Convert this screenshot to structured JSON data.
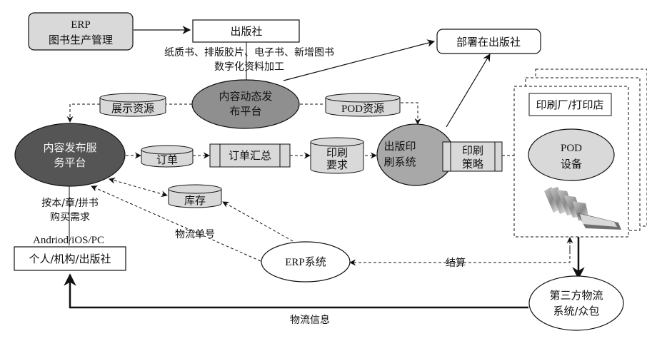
{
  "nodes": {
    "erp_book": {
      "line1": "ERP",
      "line2": "图书生产管理"
    },
    "publisher": {
      "label": "出版社"
    },
    "deploy_publisher": {
      "label": "部署在出版社"
    },
    "content_dynamic": {
      "line1": "内容动态发",
      "line2": "布平台"
    },
    "display_resources": {
      "label": "展示资源"
    },
    "pod_resources": {
      "label": "POD资源"
    },
    "content_service": {
      "line1": "内容发布服",
      "line2": "务平台"
    },
    "order": {
      "label": "订单"
    },
    "order_summary": {
      "label": "订单汇总"
    },
    "print_req": {
      "line1": "印刷",
      "line2": "要求"
    },
    "publish_print": {
      "line1": "出版印",
      "line2": "刷系统"
    },
    "print_strategy": {
      "line1": "印刷",
      "line2": "策略"
    },
    "print_shop": {
      "label": "印刷厂/打印店"
    },
    "pod_device": {
      "line1": "POD",
      "line2": "设备"
    },
    "inventory": {
      "label": "库存"
    },
    "erp_system": {
      "label": "ERP系统"
    },
    "client": {
      "label": "个人/机构/出版社"
    },
    "logistics": {
      "line1": "第三方物流",
      "line2": "系统/众包"
    }
  },
  "edge_labels": {
    "publisher_output_1": "纸质书、排版胶片、电子书、新增图书",
    "publisher_output_2": "数字化资料加工",
    "purchase_1": "按本/章/拼书",
    "purchase_2": "购买需求",
    "platforms": "Andriod/iOS/PC",
    "tracking_no": "物流单号",
    "settlement": "结算",
    "logistics_info": "物流信息"
  }
}
